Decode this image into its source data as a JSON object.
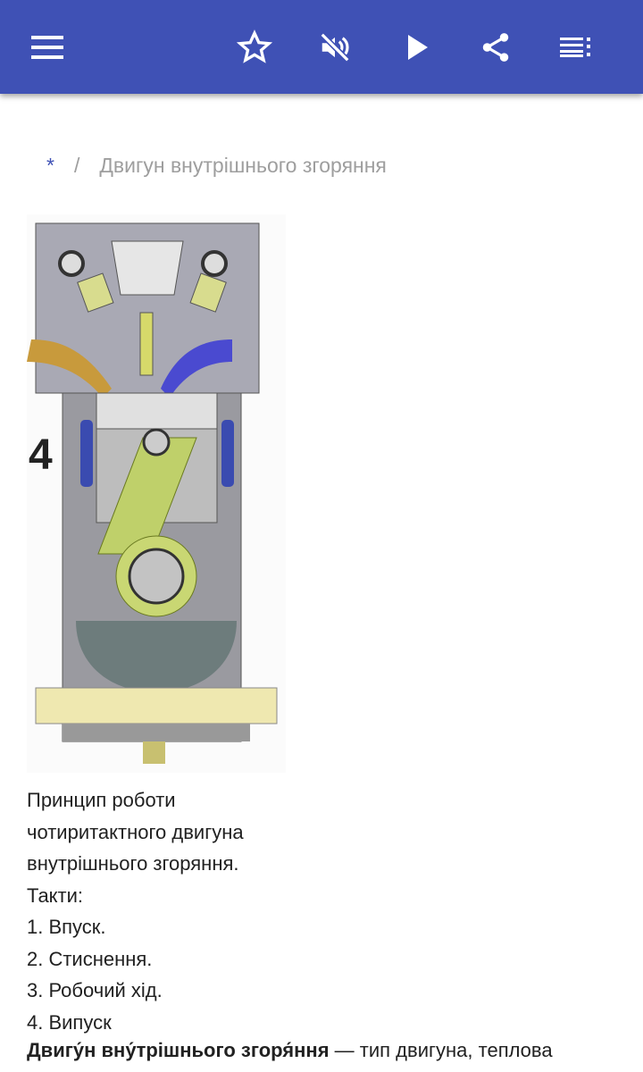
{
  "appbar": {
    "icons": [
      "menu-icon",
      "star-icon",
      "volume-off-icon",
      "play-icon",
      "share-icon",
      "playlist-icon"
    ],
    "color": "#3f51b5"
  },
  "breadcrumb": {
    "home": "*",
    "separator": "/",
    "current": "Двигун внутрішнього згоряння"
  },
  "figure": {
    "stroke_label": "4"
  },
  "caption": {
    "lines": [
      "Принцип роботи",
      "чотиритактного двигуна",
      "внутрішнього згоряння.",
      "Такти:",
      "1. Впуск.",
      "2. Стиснення.",
      "3. Робочий хід.",
      "4. Випуск"
    ]
  },
  "article": {
    "term": "Двигу́н вну́трішнього згоря́ння",
    "rest": " — тип двигуна, теплова"
  }
}
